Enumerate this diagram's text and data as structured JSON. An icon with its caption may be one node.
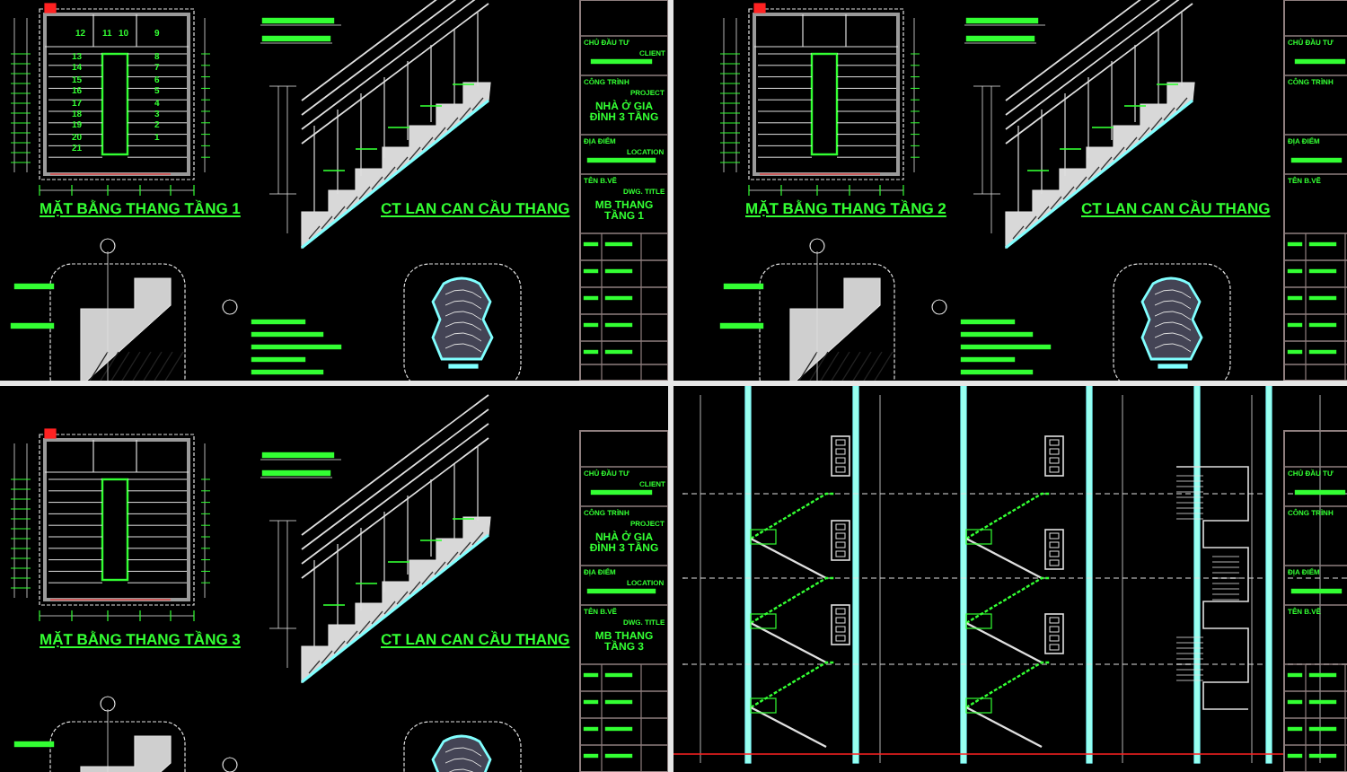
{
  "diagram": {
    "labels": [
      "12",
      "11",
      "10",
      "9",
      "13",
      "14",
      "15",
      "16",
      "17",
      "18",
      "19",
      "20",
      "21",
      "8",
      "7",
      "6",
      "5",
      "4",
      "3",
      "2",
      "1",
      "MẶT BẰNG THANG TẦNG 1",
      "CT LAN CAN CẦU THANG",
      "CHỦ ĐẦU TƯ",
      "CLIENT",
      "CÔNG TRÌNH",
      "PROJECT",
      "NHÀ Ở GIA ĐÌNH 3 TẦNG",
      "ĐỊA ĐIỂM",
      "LOCATION",
      "TÊN B.VẼ",
      "DWG. TITLE",
      "MB THANG TẦNG 1",
      "MẶT BẰNG THANG TẦNG 2",
      "CT LAN CAN CẦU THANG",
      "CHỦ ĐẦU TƯ",
      "CÔNG TRÌNH",
      "ĐỊA ĐIỂM",
      "TÊN B.VẼ",
      "MẶT BẰNG THANG TẦNG 3",
      "CT LAN CAN CẦU THANG",
      "CHỦ ĐẦU TƯ",
      "CLIENT",
      "CÔNG TRÌNH",
      "PROJECT",
      "NHÀ Ở GIA ĐÌNH 3 TẦNG",
      "ĐỊA ĐIỂM",
      "LOCATION",
      "TÊN B.VẼ",
      "DWG. TITLE",
      "MB THANG TẦNG 3",
      "CHỦ ĐẦU TƯ",
      "CÔNG TRÌNH",
      "ĐỊA ĐIỂM",
      "TÊN B.VẼ"
    ]
  }
}
